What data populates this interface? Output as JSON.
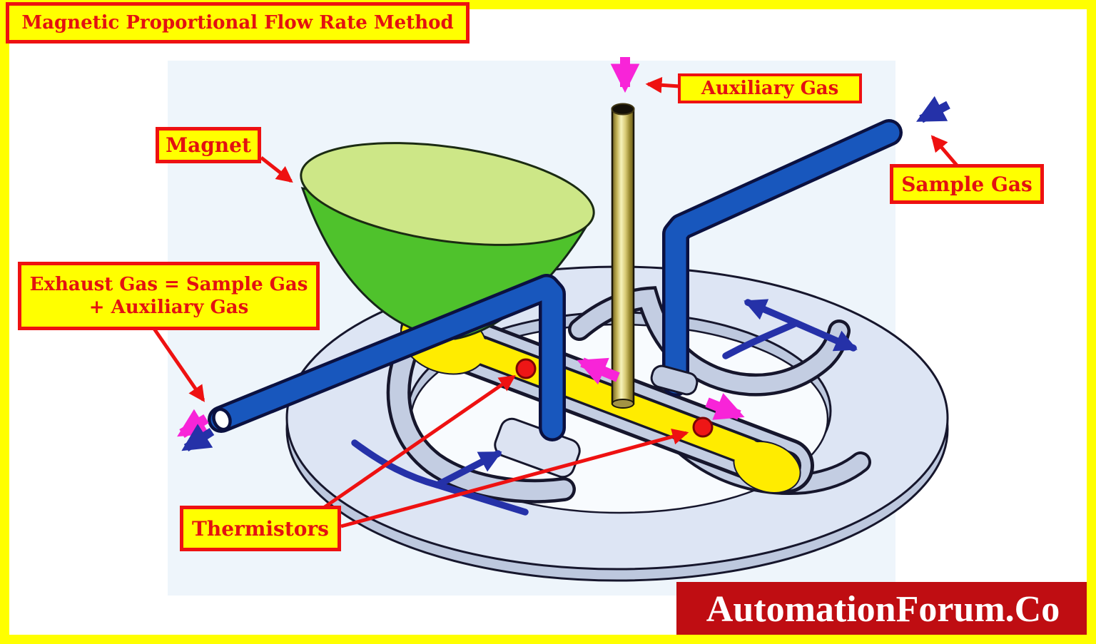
{
  "title": "Magnetic Proportional Flow Rate Method",
  "labels": {
    "magnet": "Magnet",
    "auxiliary_gas": "Auxiliary Gas",
    "sample_gas": "Sample Gas",
    "exhaust_equation_line1": "Exhaust Gas = Sample Gas",
    "exhaust_equation_line2": "+  Auxiliary Gas",
    "thermistors": "Thermistors"
  },
  "branding": {
    "logo": "AutomationForum.Co"
  },
  "colors": {
    "page_border": "#ffff00",
    "label_background": "#ffff00",
    "label_border": "#ee1111",
    "label_text": "#e31111",
    "annotation_arrow_red": "#ee1111",
    "flow_arrow_blue": "#2531a8",
    "gas_flow_magenta": "#f824d8",
    "tube_blue": "#1857bd",
    "magnet_cone_green": "#4fc22c",
    "magnet_cone_top_green": "#cde787",
    "channel_yellow": "#ffec00",
    "ring_body": "#dde5f4",
    "ring_rim": "#bdc8de",
    "thermistor_red": "#ee1616",
    "aux_tube_gold": "#cdbd62",
    "logo_background": "#bf0d12",
    "logo_text": "#ffffff"
  },
  "diagram": {
    "components": [
      "magnet-cone",
      "measuring-ring",
      "sample-gas-tube",
      "exhaust-gas-tube",
      "auxiliary-gas-tube",
      "bypass-channel",
      "thermistor-left",
      "thermistor-right"
    ],
    "flow_arrows": [
      "auxiliary-gas-inlet-down",
      "sample-gas-inlet-diagonal",
      "ring-flow-split-right",
      "ring-flow-merge-left",
      "channel-flow-toward-exhaust",
      "channel-flow-toward-outlet",
      "exhaust-out-magenta",
      "exhaust-out-blue"
    ]
  }
}
